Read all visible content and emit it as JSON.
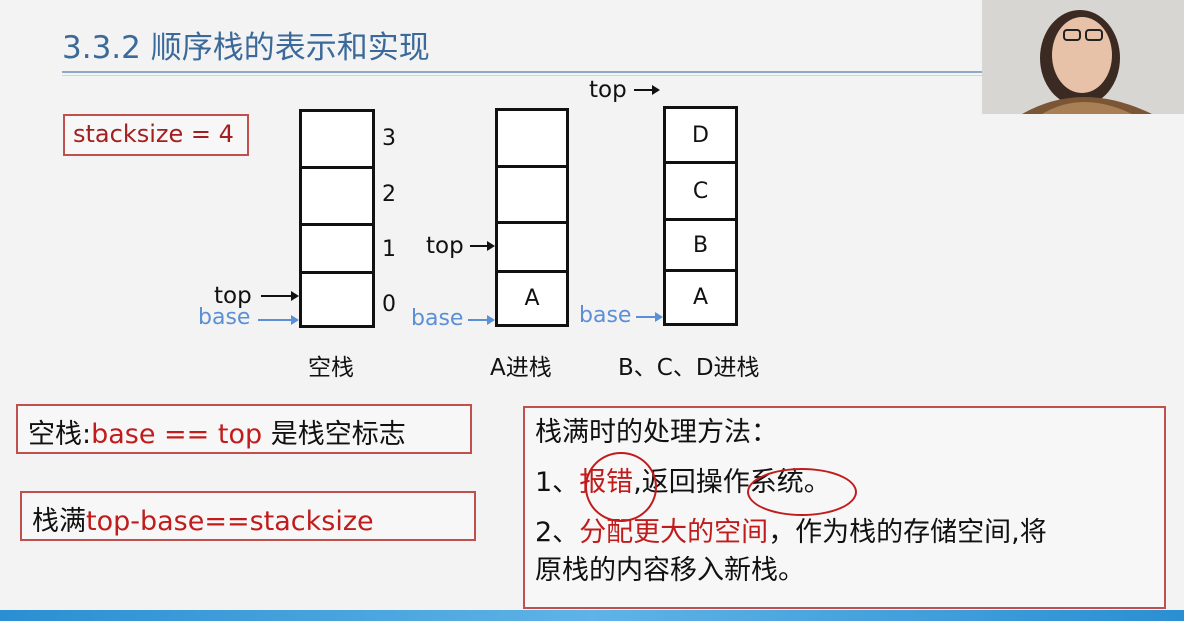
{
  "slide": {
    "title": "3.3.2 顺序栈的表示和实现",
    "stacksize_label": "stacksize = 4",
    "labels": {
      "top": "top",
      "base": "base"
    },
    "indices": [
      "3",
      "2",
      "1",
      "0"
    ],
    "stacks": [
      {
        "caption": "空栈",
        "cells": [
          "",
          "",
          "",
          ""
        ]
      },
      {
        "caption": "A进栈",
        "cells": [
          "",
          "",
          "",
          "A"
        ]
      },
      {
        "caption": "B、C、D进栈",
        "cells": [
          "D",
          "C",
          "B",
          "A"
        ]
      }
    ],
    "empty_condition": {
      "prefix": "空栈:",
      "expr": "base == top",
      "suffix": " 是栈空标志"
    },
    "full_condition": {
      "prefix": "栈满",
      "expr": "top-base==stacksize"
    },
    "full_handling": {
      "heading": "栈满时的处理方法：",
      "item1_prefix": "1、",
      "item1_red": "报错",
      "item1_rest": ",返回操作系统。",
      "item2_prefix": "2、",
      "item2_red": "分配更大的空间",
      "item2_rest": "，作为栈的存储空间,将",
      "item2_line2": "原栈的内容移入新栈。"
    }
  },
  "colors": {
    "title": "#3b6a9a",
    "accent_red": "#c01c1c",
    "box_border": "#c0504d",
    "base_blue": "#5b8fd6"
  },
  "webcam": {
    "icon": "presenter-video"
  }
}
